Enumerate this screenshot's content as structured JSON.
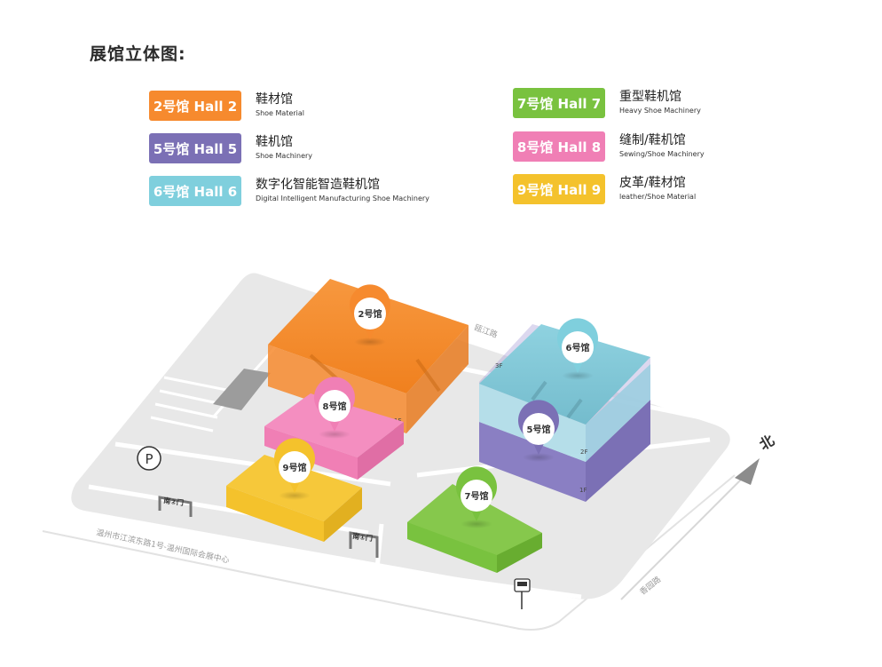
{
  "title": "展馆立体图:",
  "legend": [
    {
      "badge": "2号馆  Hall 2",
      "cn": "鞋材馆",
      "en": "Shoe Material",
      "color": "#f68a2e"
    },
    {
      "badge": "5号馆  Hall 5",
      "cn": "鞋机馆",
      "en": "Shoe Machinery",
      "color": "#7b70b5"
    },
    {
      "badge": "6号馆  Hall 6",
      "cn": "数字化智能智造鞋机馆",
      "en": "Digital Intelligent Manufacturing Shoe Machinery",
      "color": "#7fcfdd"
    },
    {
      "badge": "7号馆  Hall 7",
      "cn": "重型鞋机馆",
      "en": "Heavy Shoe Machinery",
      "color": "#79c23f"
    },
    {
      "badge": "8号馆  Hall 8",
      "cn": "缝制/鞋机馆",
      "en": "Sewing/Shoe Machinery",
      "color": "#f07fb5"
    },
    {
      "badge": "9号馆  Hall 9",
      "cn": "皮革/鞋材馆",
      "en": "leather/Shoe Material",
      "color": "#f4c22c"
    }
  ],
  "map": {
    "pins": {
      "h2": "2号馆",
      "h6": "6号馆",
      "h8": "8号馆",
      "h5": "5号馆",
      "h9": "9号馆",
      "h7": "7号馆"
    },
    "floors": {
      "h2": "1F",
      "h6_1": "1F",
      "h6_2": "2F",
      "h6_3": "3F"
    },
    "roads": {
      "top": "瓯江路",
      "bottom": "温州市江滨东路1号-温州国际会展中心",
      "right": "香园路"
    },
    "gates": {
      "south2": "南②门",
      "south1": "南①门"
    },
    "parking": "P",
    "north": "北"
  }
}
